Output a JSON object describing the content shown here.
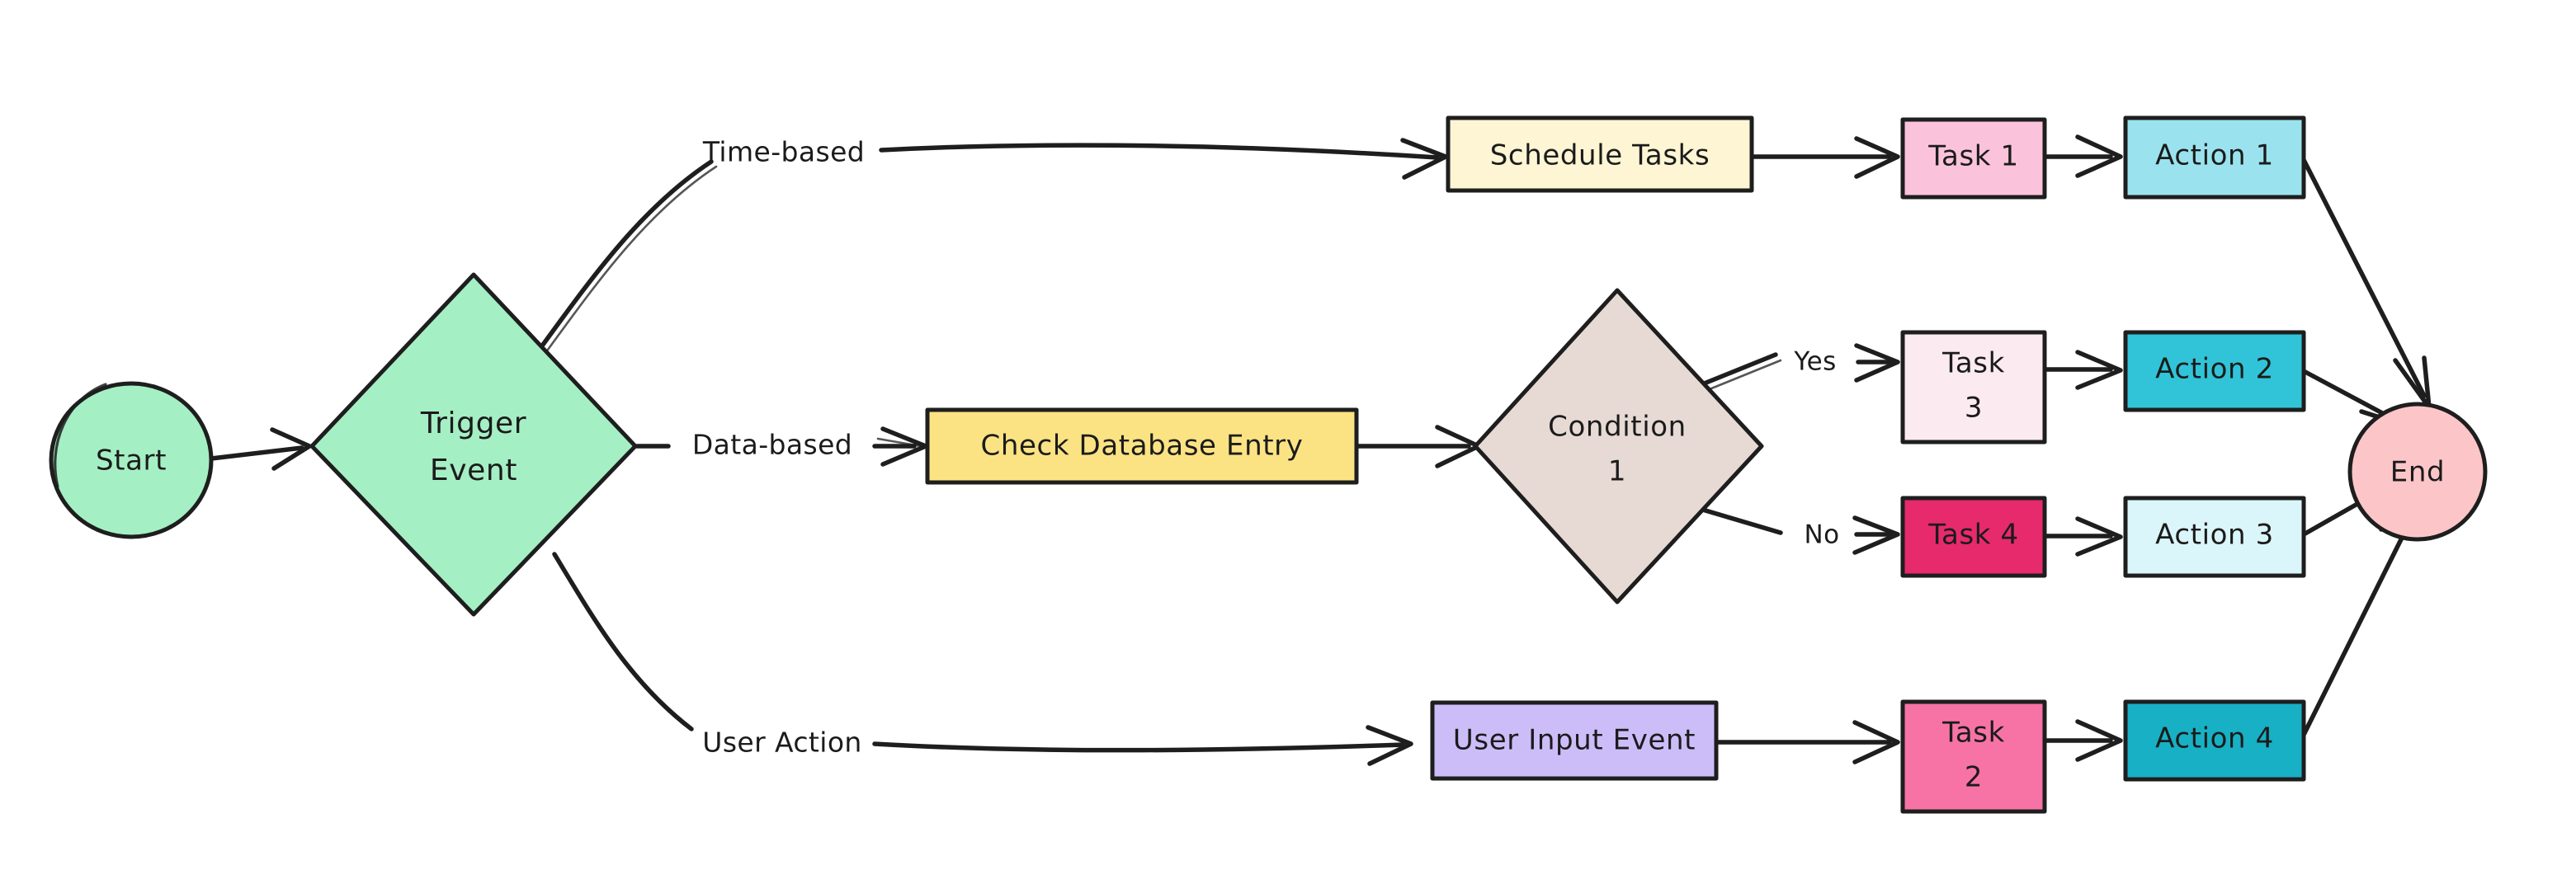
{
  "diagram": {
    "type": "flowchart",
    "direction": "left-to-right",
    "style": "hand-drawn",
    "background_color": "#ffffff",
    "stroke_color": "#1e1e1e",
    "nodes": [
      {
        "id": "start",
        "label": "Start",
        "shape": "circle",
        "fill": "#a5efc4",
        "text_color": "#1b1b1b"
      },
      {
        "id": "trigger",
        "label_line1": "Trigger",
        "label_line2": "Event",
        "label": "Trigger Event",
        "shape": "diamond",
        "fill": "#a5efc4",
        "text_color": "#1b1b1b"
      },
      {
        "id": "schedule",
        "label": "Schedule Tasks",
        "shape": "rect",
        "fill": "#fdf5d3",
        "text_color": "#1b1b1b"
      },
      {
        "id": "task1",
        "label": "Task 1",
        "shape": "rect",
        "fill": "#fbc3db",
        "text_color": "#1b1b1b"
      },
      {
        "id": "action1",
        "label": "Action 1",
        "shape": "rect",
        "fill": "#9ae3ee",
        "text_color": "#1b1b1b"
      },
      {
        "id": "checkdb",
        "label": "Check Database Entry",
        "shape": "rect",
        "fill": "#fbe384",
        "text_color": "#1b1b1b"
      },
      {
        "id": "condition1",
        "label_line1": "Condition",
        "label_line2": "1",
        "label": "Condition 1",
        "shape": "diamond",
        "fill": "#e7dad4",
        "text_color": "#1b1b1b"
      },
      {
        "id": "task3",
        "label_line1": "Task",
        "label_line2": "3",
        "label": "Task 3",
        "shape": "rect",
        "fill": "#fceaf1",
        "text_color": "#1b1b1b"
      },
      {
        "id": "action2",
        "label": "Action 2",
        "shape": "rect",
        "fill": "#31c4d8",
        "text_color": "#1b1b1b"
      },
      {
        "id": "task4",
        "label": "Task 4",
        "shape": "rect",
        "fill": "#e72a6b",
        "text_color": "#1b1b1b"
      },
      {
        "id": "action3",
        "label": "Action 3",
        "shape": "rect",
        "fill": "#dbf6fa",
        "text_color": "#1b1b1b"
      },
      {
        "id": "userinput",
        "label": "User Input Event",
        "shape": "rect",
        "fill": "#ccbdf9",
        "text_color": "#1b1b1b"
      },
      {
        "id": "task2",
        "label_line1": "Task",
        "label_line2": "2",
        "label": "Task 2",
        "shape": "rect",
        "fill": "#f773a6",
        "text_color": "#1b1b1b"
      },
      {
        "id": "action4",
        "label": "Action 4",
        "shape": "rect",
        "fill": "#18b0c4",
        "text_color": "#1b1b1b"
      },
      {
        "id": "end",
        "label": "End",
        "shape": "circle",
        "fill": "#fcc6c9",
        "text_color": "#1b1b1b"
      }
    ],
    "edges": [
      {
        "from": "start",
        "to": "trigger",
        "label": ""
      },
      {
        "from": "trigger",
        "to": "schedule",
        "label": "Time-based"
      },
      {
        "from": "trigger",
        "to": "checkdb",
        "label": "Data-based"
      },
      {
        "from": "trigger",
        "to": "userinput",
        "label": "User Action"
      },
      {
        "from": "schedule",
        "to": "task1",
        "label": ""
      },
      {
        "from": "task1",
        "to": "action1",
        "label": ""
      },
      {
        "from": "action1",
        "to": "end",
        "label": ""
      },
      {
        "from": "checkdb",
        "to": "condition1",
        "label": ""
      },
      {
        "from": "condition1",
        "to": "task3",
        "label": "Yes"
      },
      {
        "from": "condition1",
        "to": "task4",
        "label": "No"
      },
      {
        "from": "task3",
        "to": "action2",
        "label": ""
      },
      {
        "from": "action2",
        "to": "end",
        "label": ""
      },
      {
        "from": "task4",
        "to": "action3",
        "label": ""
      },
      {
        "from": "action3",
        "to": "end",
        "label": ""
      },
      {
        "from": "userinput",
        "to": "task2",
        "label": ""
      },
      {
        "from": "task2",
        "to": "action4",
        "label": ""
      },
      {
        "from": "action4",
        "to": "end",
        "label": ""
      }
    ],
    "edge_labels": {
      "time_based": "Time-based",
      "data_based": "Data-based",
      "user_action": "User Action",
      "yes": "Yes",
      "no": "No"
    },
    "node_labels": {
      "start": "Start",
      "trigger_l1": "Trigger",
      "trigger_l2": "Event",
      "schedule": "Schedule Tasks",
      "task1": "Task 1",
      "action1": "Action 1",
      "checkdb": "Check Database Entry",
      "condition_l1": "Condition",
      "condition_l2": "1",
      "task3_l1": "Task",
      "task3_l2": "3",
      "action2": "Action 2",
      "task4": "Task 4",
      "action3": "Action 3",
      "userinput": "User Input Event",
      "task2_l1": "Task",
      "task2_l2": "2",
      "action4": "Action 4",
      "end": "End"
    }
  }
}
